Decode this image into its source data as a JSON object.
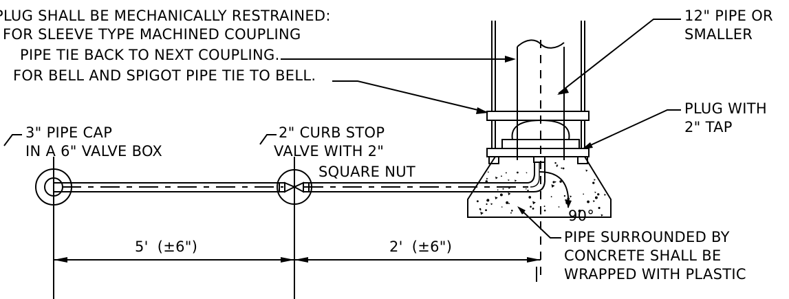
{
  "notes": {
    "restraint": [
      "PLUG SHALL BE MECHANICALLY RESTRAINED:",
      "FOR SLEEVE TYPE MACHINED COUPLING",
      "PIPE TIE BACK TO NEXT COUPLING.",
      "FOR BELL AND SPIGOT PIPE TIE TO BELL."
    ],
    "pipe_size": [
      "12\" PIPE OR",
      "SMALLER"
    ],
    "plug": [
      "PLUG WITH",
      "2\" TAP"
    ],
    "pipe_cap": [
      "3\" PIPE CAP",
      "IN A 6\" VALVE BOX"
    ],
    "curb_stop": [
      "2\" CURB STOP",
      "VALVE WITH 2\"",
      "SQUARE NUT"
    ],
    "concrete": [
      "PIPE SURROUNDED BY",
      "CONCRETE SHALL BE",
      "WRAPPED WITH PLASTIC"
    ],
    "angle": "90°"
  },
  "dimensions": {
    "left": {
      "value": "5'",
      "tolerance": "(±6\")"
    },
    "right": {
      "value": "2'",
      "tolerance": "(±6\")"
    }
  }
}
